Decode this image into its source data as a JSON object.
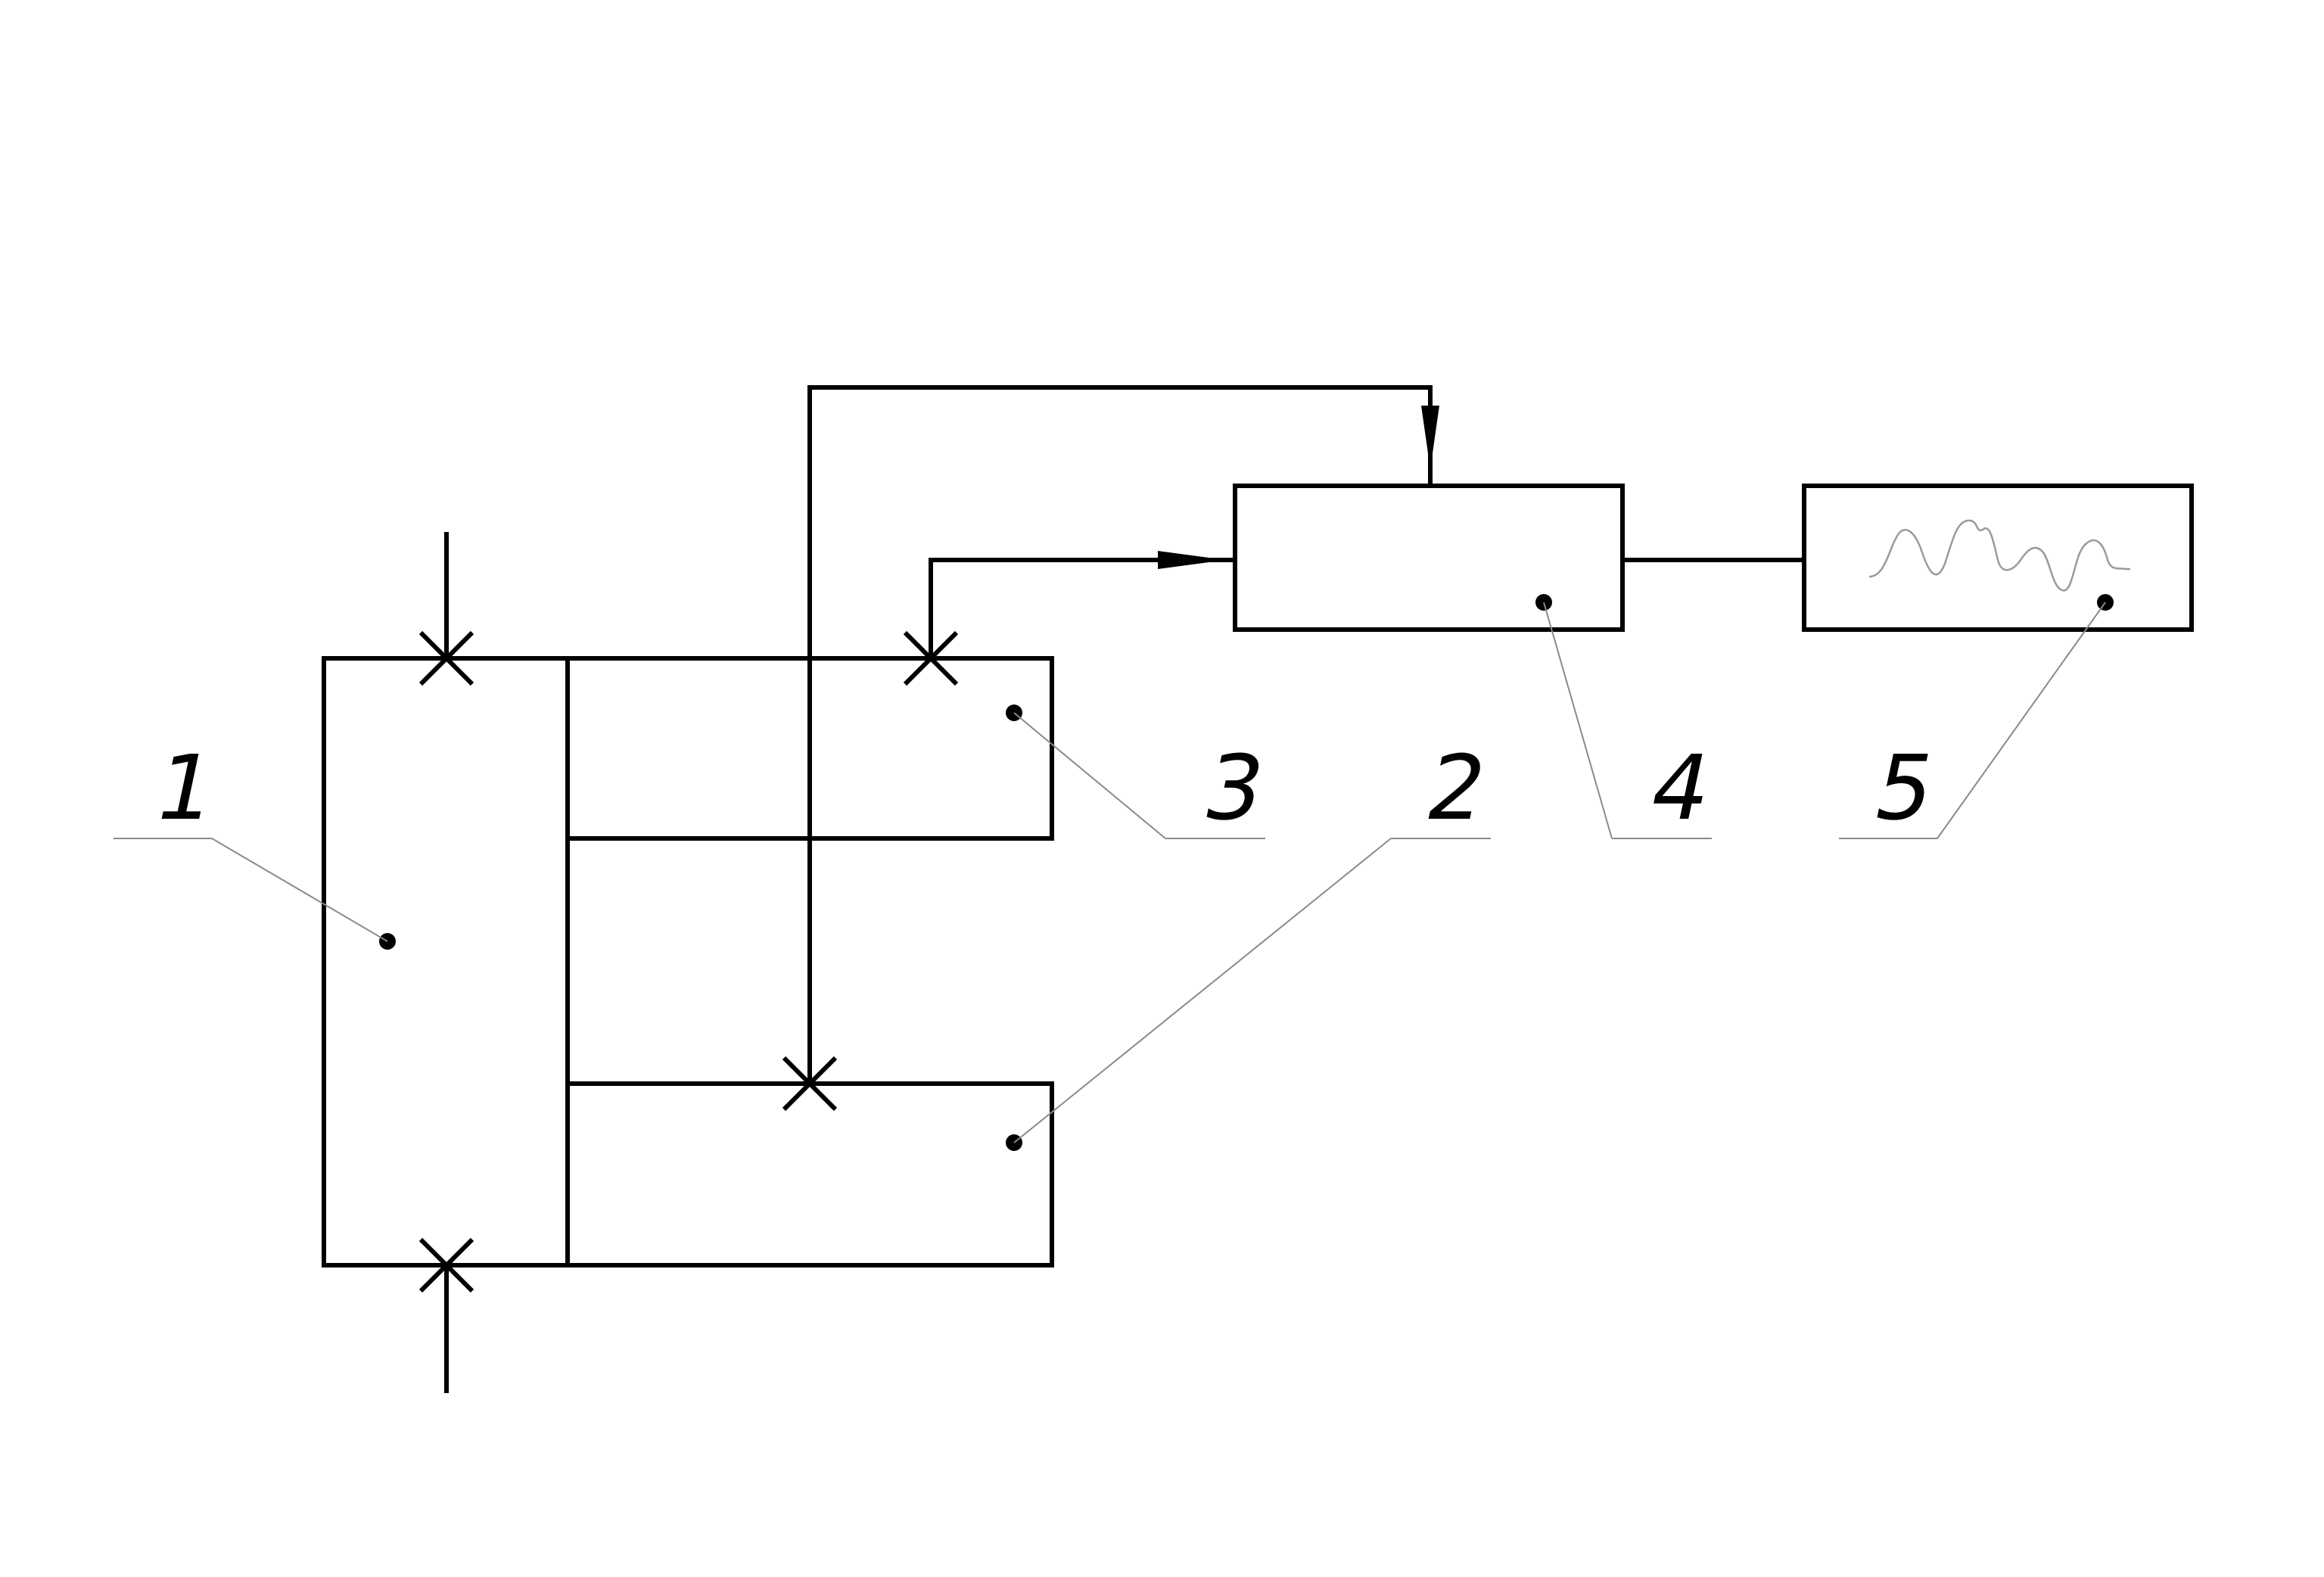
{
  "labels": {
    "element_1": "1",
    "element_2": "2",
    "element_3": "3",
    "element_4": "4",
    "element_5": "5"
  },
  "colors": {
    "line": "#000000",
    "leader": "#8a8a8a",
    "background": "#ffffff"
  }
}
